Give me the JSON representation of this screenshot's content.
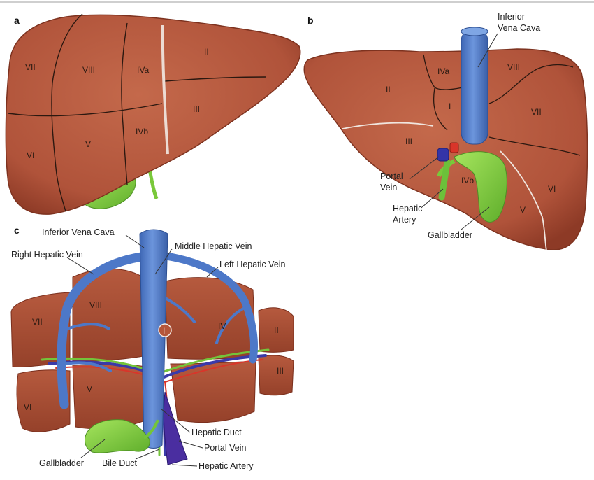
{
  "panels": {
    "a": "a",
    "b": "b",
    "c": "c"
  },
  "panel_a": {
    "segments": {
      "II": "II",
      "III": "III",
      "IVa": "IVa",
      "IVb": "IVb",
      "V": "V",
      "VI": "VI",
      "VII": "VII",
      "VIII": "VIII"
    }
  },
  "panel_b": {
    "labels": {
      "ivc_1": "Inferior",
      "ivc_2": "Vena Cava",
      "portal_1": "Portal",
      "portal_2": "Vein",
      "artery_1": "Hepatic",
      "artery_2": "Artery",
      "gallbladder": "Gallbladder"
    },
    "segments": {
      "I": "I",
      "II": "II",
      "III": "III",
      "IVa": "IVa",
      "IVb": "IVb",
      "V": "V",
      "VI": "VI",
      "VII": "VII",
      "VIII": "VIII"
    }
  },
  "panel_c": {
    "labels": {
      "ivc": "Inferior Vena Cava",
      "right_hv": "Right Hepatic Vein",
      "middle_hv": "Middle Hepatic Vein",
      "left_hv": "Left Hepatic Vein",
      "hepatic_duct": "Hepatic Duct",
      "portal_vein": "Portal Vein",
      "hepatic_artery": "Hepatic Artery",
      "bile_duct": "Bile Duct",
      "gallbladder": "Gallbladder"
    },
    "segments": {
      "I": "I",
      "II": "II",
      "III": "III",
      "IV": "IV",
      "V": "V",
      "VI": "VI",
      "VII": "VII",
      "VIII": "VIII"
    }
  },
  "colors": {
    "liver": "#b5563a",
    "liver_dark": "#8f3b25",
    "vein": "#4d78c8",
    "gallbladder": "#7fcf3f",
    "artery": "#d9352a",
    "portal": "#3a3aa8"
  }
}
